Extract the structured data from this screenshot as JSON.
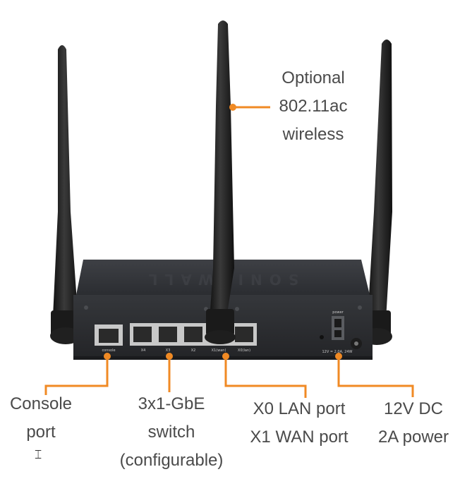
{
  "callouts": {
    "wireless": [
      "Optional",
      "802.11ac",
      "wireless"
    ],
    "console": [
      "Console",
      "port"
    ],
    "switch": [
      "3x1-GbE",
      "switch",
      "(configurable)"
    ],
    "lan_wan": [
      "X0 LAN port",
      "X1 WAN port"
    ],
    "power": [
      "12V DC",
      "2A power"
    ]
  },
  "device": {
    "brand_mark": "SONICWALL",
    "ports": {
      "console": "console",
      "x4": "X4",
      "x3": "X3",
      "x2": "X2",
      "x1": "X1(wan)",
      "x0": "X0(lan)"
    },
    "power_label": "power",
    "power_rating": "12V = 2.0A, 24W"
  },
  "colors": {
    "callout_line": "#f08a24",
    "label_text": "#4a4a4a",
    "device_body": "#2b2c2f",
    "antenna": "#1c1c1c"
  },
  "cursor_icon": "text-cursor-icon"
}
